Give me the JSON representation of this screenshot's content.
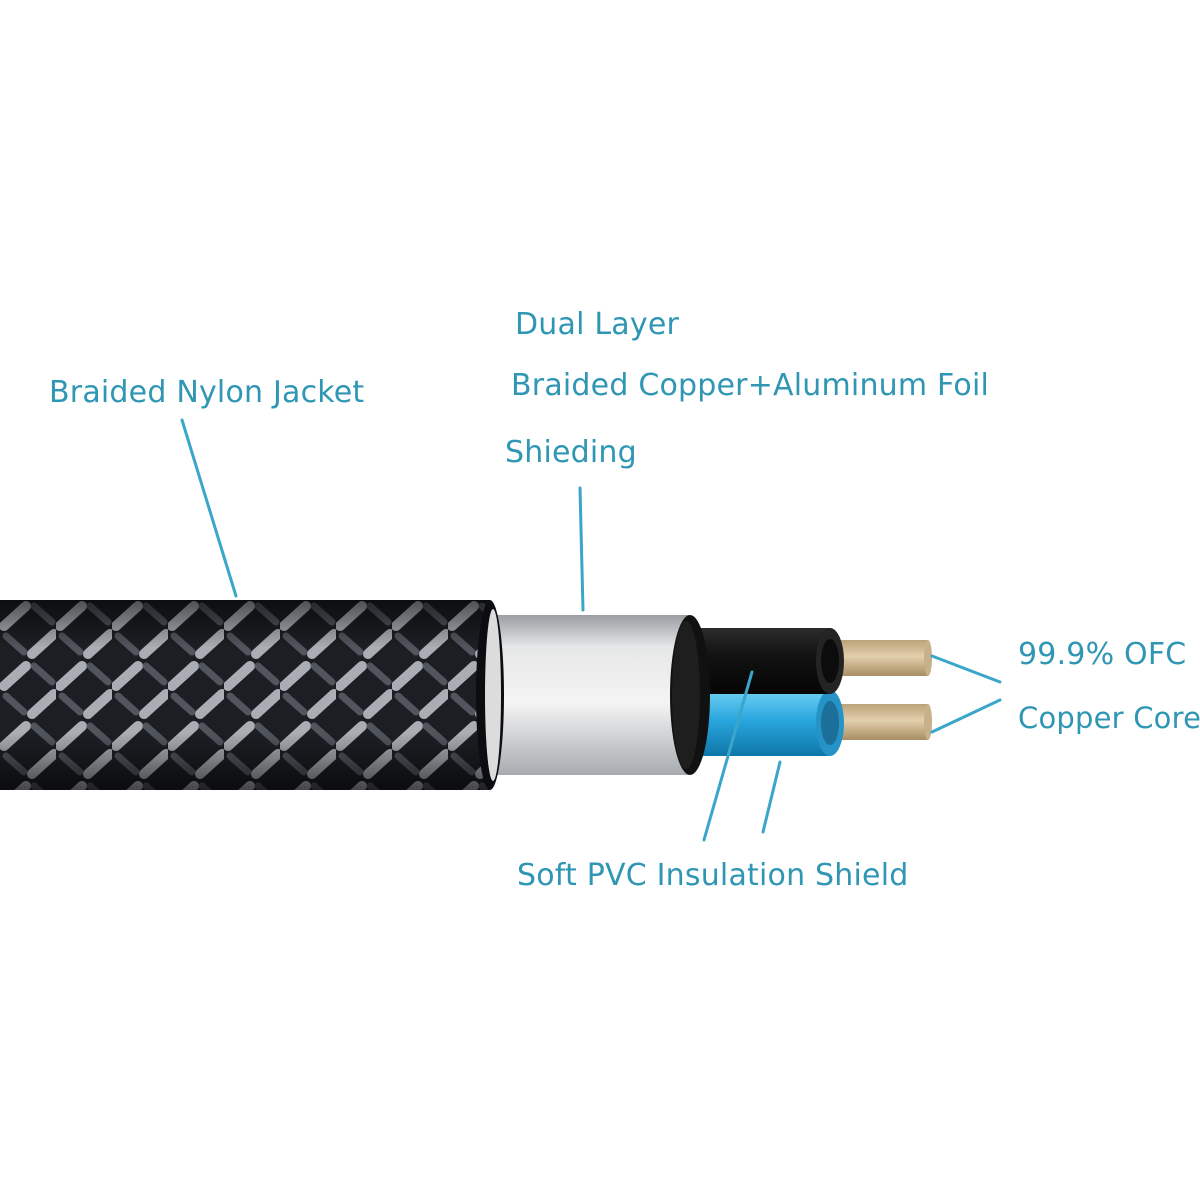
{
  "labels": {
    "jacket": "Braided Nylon Jacket",
    "shield_line1": "Dual Layer",
    "shield_line2": "Braided Copper+Aluminum Foil",
    "shield_line3": "Shieding",
    "core_line1": "99.9% OFC",
    "core_line2": "Copper Core",
    "insulation": "Soft PVC Insulation Shield"
  },
  "colors": {
    "label_text": "#2f96b4",
    "leader_line": "#3aa6c9",
    "braid_dark": "#1c1e23",
    "braid_light": "#b9bec4",
    "foil": "#d9dadb",
    "wire_black": "#161616",
    "wire_blue": "#2aa7df",
    "copper": "#d3bc95"
  }
}
